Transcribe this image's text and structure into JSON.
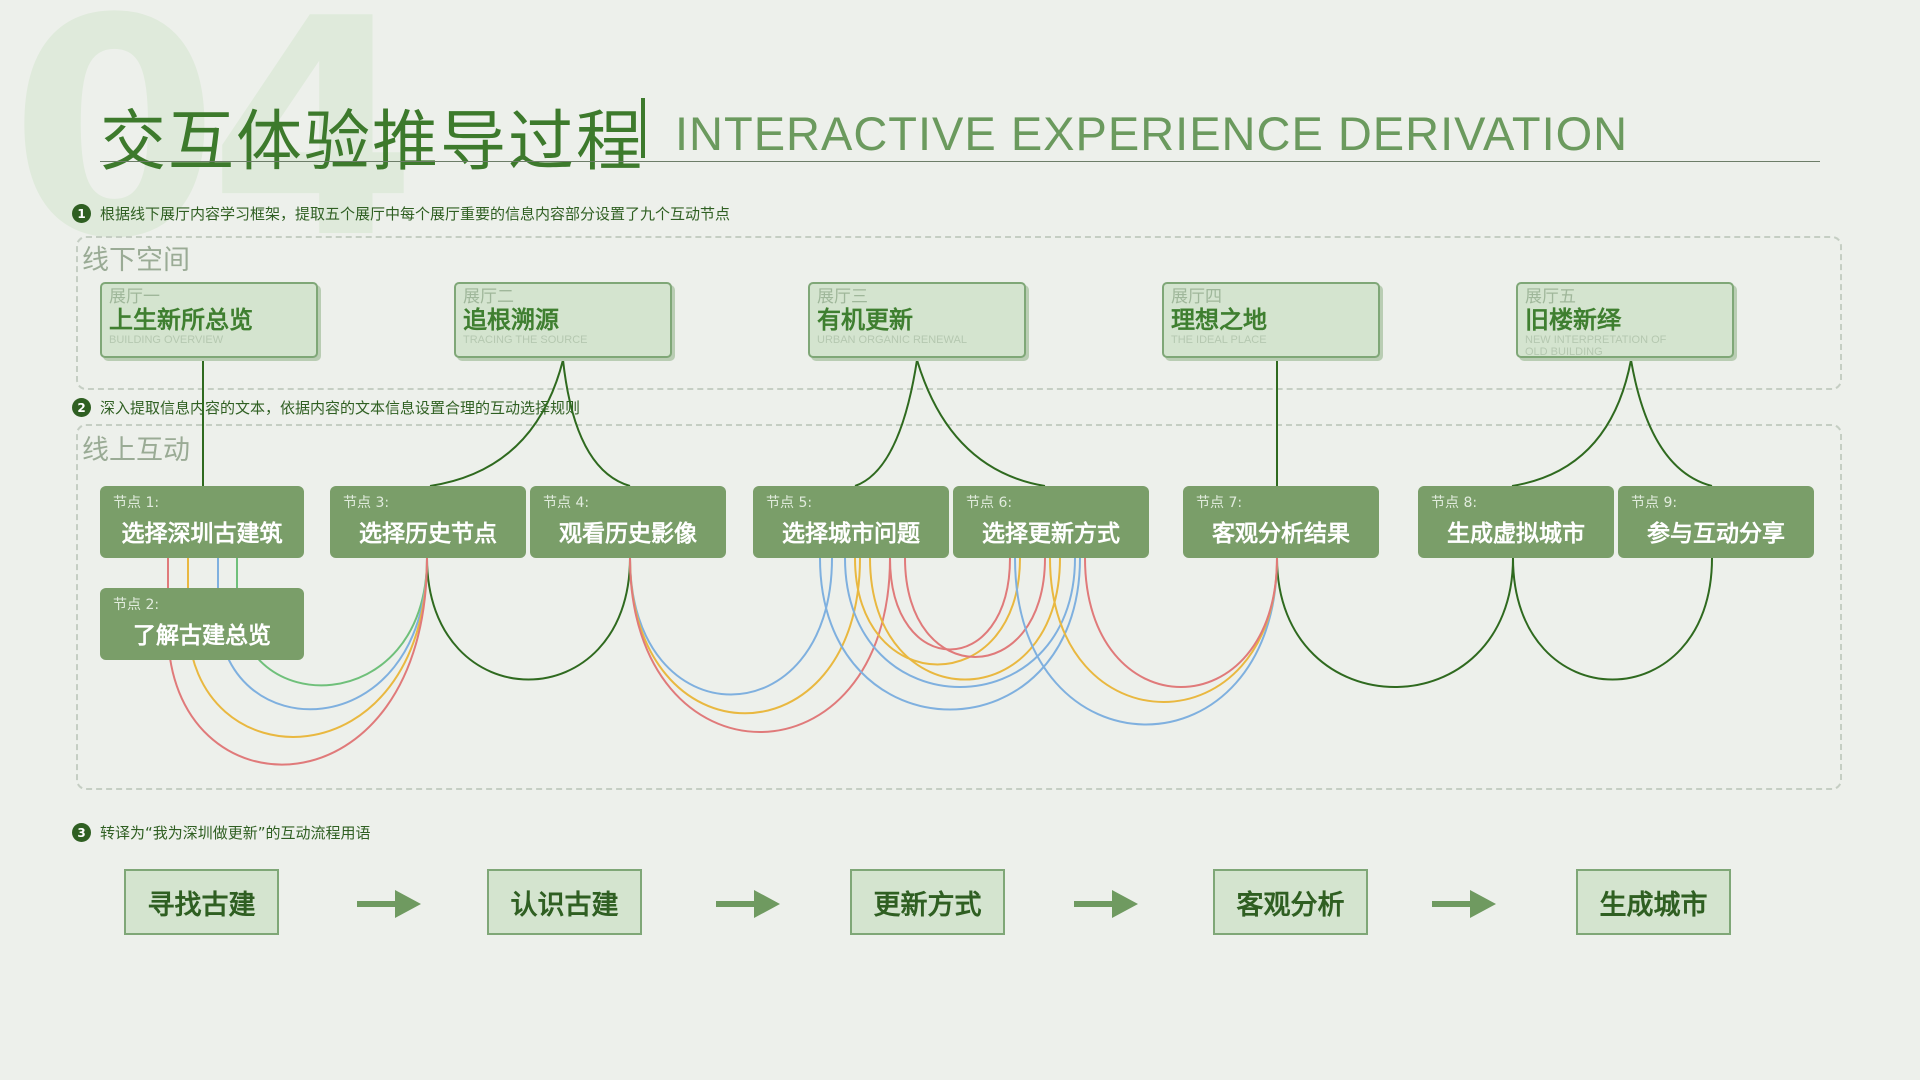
{
  "header": {
    "big_number": "04",
    "title_cn": "交互体验推导过程",
    "title_en": "INTERACTIVE EXPERIENCE DERIVATION"
  },
  "steps": [
    {
      "num": "1",
      "text": "根据线下展厅内容学习框架，提取五个展厅中每个展厅重要的信息内容部分设置了九个互动节点"
    },
    {
      "num": "2",
      "text": "深入提取信息内容的文本，依据内容的文本信息设置合理的互动选择规则"
    },
    {
      "num": "3",
      "text": "转译为“我为深圳做更新”的互动流程用语"
    }
  ],
  "sections": {
    "offline": "线下空间",
    "online": "线上互动"
  },
  "halls": [
    {
      "label": "展厅一",
      "name": "上生新所总览",
      "en": "BUILDING OVERVIEW"
    },
    {
      "label": "展厅二",
      "name": "追根溯源",
      "en": "TRACING THE SOURCE"
    },
    {
      "label": "展厅三",
      "name": "有机更新",
      "en": "URBAN ORGANIC RENEWAL"
    },
    {
      "label": "展厅四",
      "name": "理想之地",
      "en": "THE IDEAL PLACE"
    },
    {
      "label": "展厅五",
      "name": "旧楼新绎",
      "en": "NEW INTERPRETATION OF OLD BUILDING"
    }
  ],
  "nodes": [
    {
      "label": "节点 1:",
      "name": "选择深圳古建筑"
    },
    {
      "label": "节点 2:",
      "name": "了解古建总览"
    },
    {
      "label": "节点 3:",
      "name": "选择历史节点"
    },
    {
      "label": "节点 4:",
      "name": "观看历史影像"
    },
    {
      "label": "节点 5:",
      "name": "选择城市问题"
    },
    {
      "label": "节点 6:",
      "name": "选择更新方式"
    },
    {
      "label": "节点 7:",
      "name": "客观分析结果"
    },
    {
      "label": "节点 8:",
      "name": "生成虚拟城市"
    },
    {
      "label": "节点 9:",
      "name": "参与互动分享"
    }
  ],
  "flow": [
    "寻找古建",
    "认识古建",
    "更新方式",
    "客观分析",
    "生成城市"
  ],
  "colors": {
    "green": "#2f6a1f",
    "blue": "#7fb0df",
    "yellow": "#e9b840",
    "red": "#e07a7a",
    "light_green": "#6fc07a",
    "node_fill": "#7a9e69",
    "hall_fill": "#d4e4cf"
  }
}
